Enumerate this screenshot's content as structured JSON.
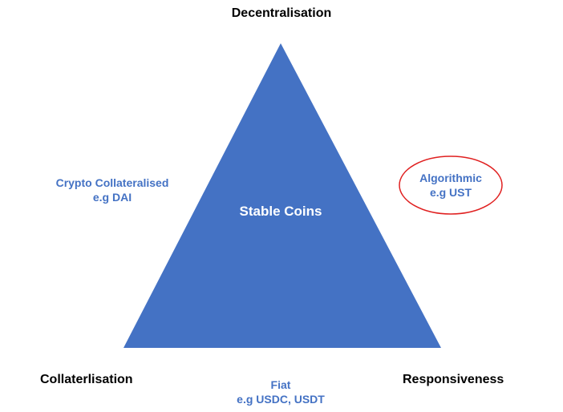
{
  "title": "Decentralisation",
  "center": "Stable Coins",
  "corners": {
    "left": "Collaterlisation",
    "right": "Responsiveness"
  },
  "categories": {
    "crypto": {
      "name": "Crypto Collateralised",
      "example": "e.g DAI"
    },
    "algorithmic": {
      "name": "Algorithmic",
      "example": "e.g UST"
    },
    "fiat": {
      "name": "Fiat",
      "example": "e.g USDC, USDT"
    }
  },
  "colors": {
    "triangle": "#4472c4",
    "category_text": "#4472c4",
    "highlight_circle": "#e02020"
  }
}
